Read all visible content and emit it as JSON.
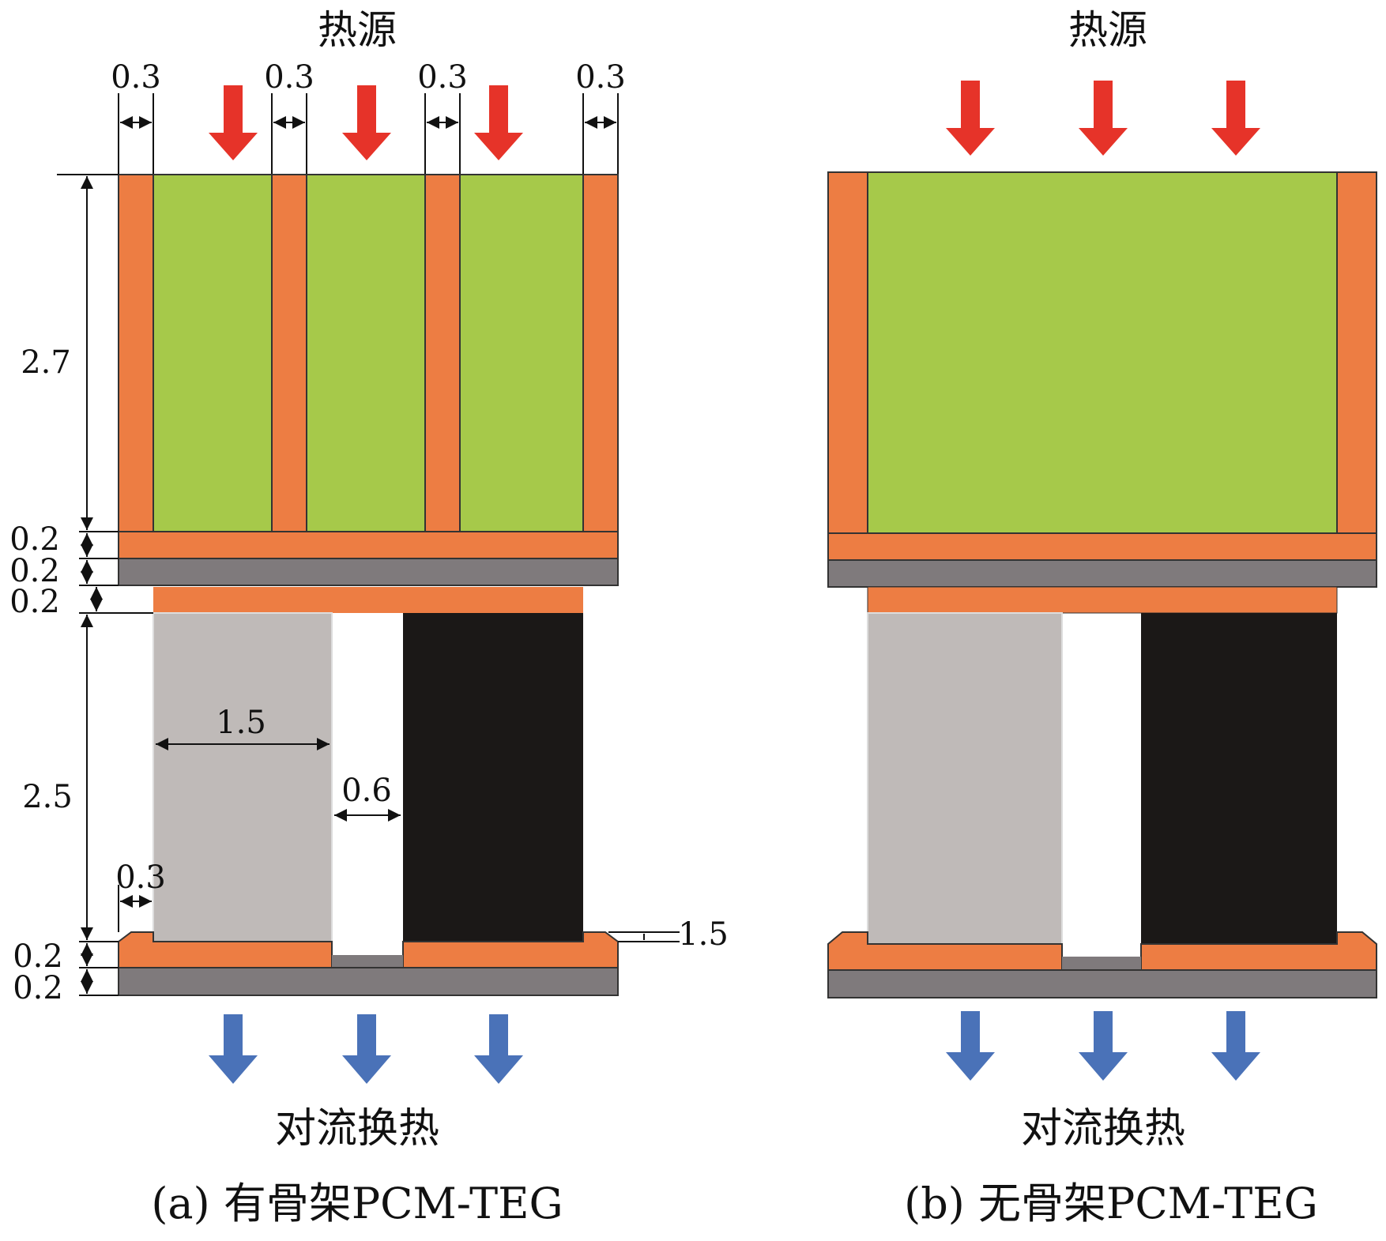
{
  "colors": {
    "orange": "#ed7d43",
    "green": "#a6c94a",
    "gray_plate": "#7f7a7c",
    "light_gray": "#bfbab8",
    "black": "#1b1817",
    "red_arrow": "#e63329",
    "blue_arrow": "#4a72b8"
  },
  "panel_a": {
    "heat_source": "热源",
    "convection": "对流换热",
    "caption": "(a) 有骨架PCM-TEG",
    "dims": {
      "top_width_1": "0.3",
      "top_width_2": "0.3",
      "top_width_3": "0.3",
      "top_width_4": "0.3",
      "pcm_height": "2.7",
      "layer_1": "0.2",
      "layer_2": "0.2",
      "layer_3": "0.2",
      "leg_height": "2.5",
      "leg_width": "1.5",
      "gap_width": "0.6",
      "edge_width": "0.3",
      "ledge": "1.5",
      "bottom_layer_1": "0.2",
      "bottom_layer_2": "0.2"
    }
  },
  "panel_b": {
    "heat_source": "热源",
    "convection": "对流换热",
    "caption": "(b) 无骨架PCM-TEG"
  }
}
